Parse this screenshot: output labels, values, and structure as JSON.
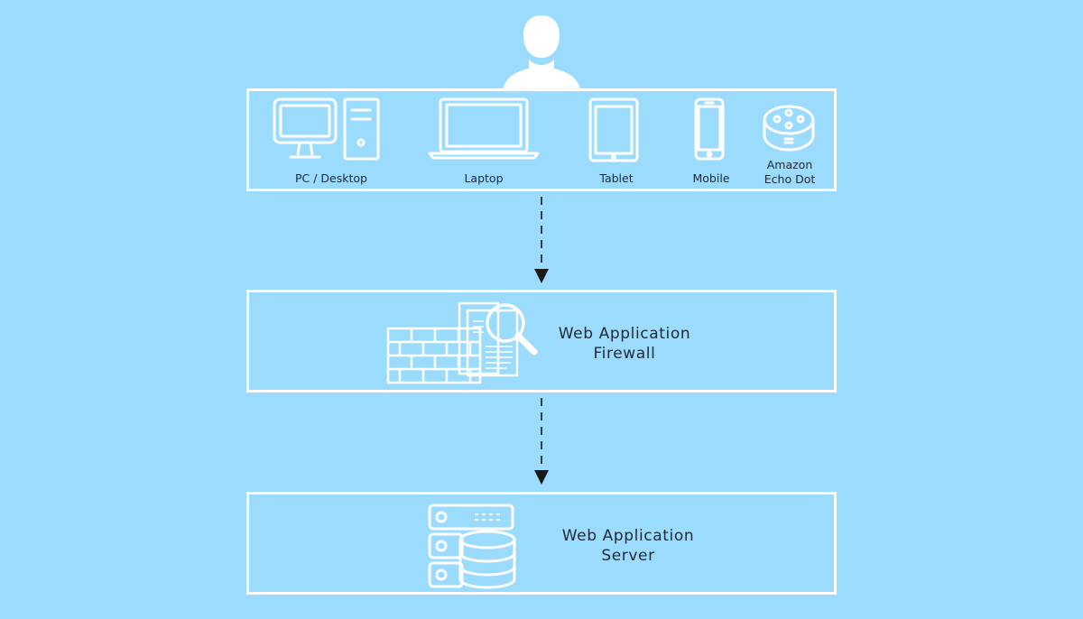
{
  "colors": {
    "background": "#9bdcfe",
    "outline": "#ffffff",
    "text": "#1f2a36",
    "arrow": "#1a1a1a"
  },
  "user": {
    "icon": "user-silhouette-icon"
  },
  "devices": {
    "items": [
      {
        "id": "pc",
        "icon": "desktop-computer-icon",
        "label": "PC / Desktop"
      },
      {
        "id": "laptop",
        "icon": "laptop-icon",
        "label": "Laptop"
      },
      {
        "id": "tablet",
        "icon": "tablet-icon",
        "label": "Tablet"
      },
      {
        "id": "mobile",
        "icon": "mobile-phone-icon",
        "label": "Mobile"
      },
      {
        "id": "echo",
        "icon": "smart-speaker-icon",
        "label_line1": "Amazon",
        "label_line2": "Echo Dot"
      }
    ]
  },
  "firewall": {
    "icon": "firewall-inspection-icon",
    "label_line1": "Web Application",
    "label_line2": "Firewall"
  },
  "server": {
    "icon": "server-database-icon",
    "label_line1": "Web Application",
    "label_line2": "Server"
  },
  "connectors": [
    {
      "from": "devices",
      "to": "firewall",
      "style": "dashed-arrow"
    },
    {
      "from": "firewall",
      "to": "server",
      "style": "dashed-arrow"
    }
  ]
}
